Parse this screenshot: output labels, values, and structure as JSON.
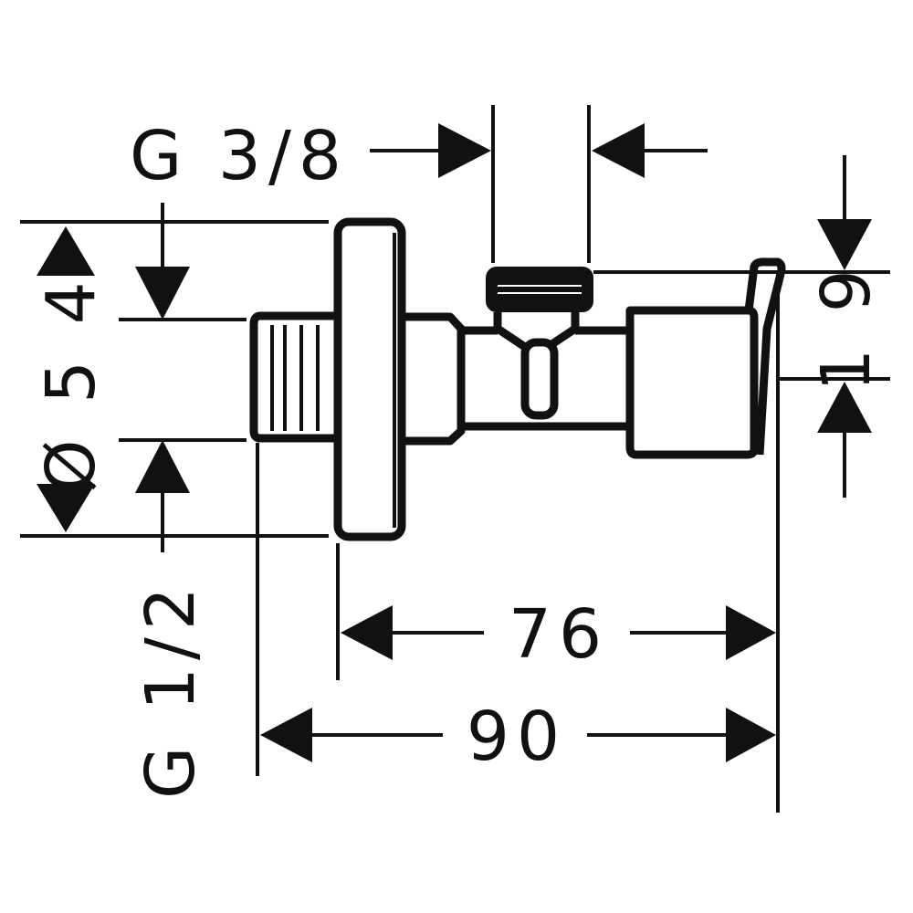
{
  "drawing": {
    "labels": {
      "inlet_thread": "G 3/8",
      "outlet_thread": "G 1/2",
      "flange_diameter": "Ø 5 4",
      "handle_height": "1 9",
      "body_length": "76",
      "overall_length": "90"
    },
    "ink_color": "#111111",
    "background": "#ffffff"
  }
}
